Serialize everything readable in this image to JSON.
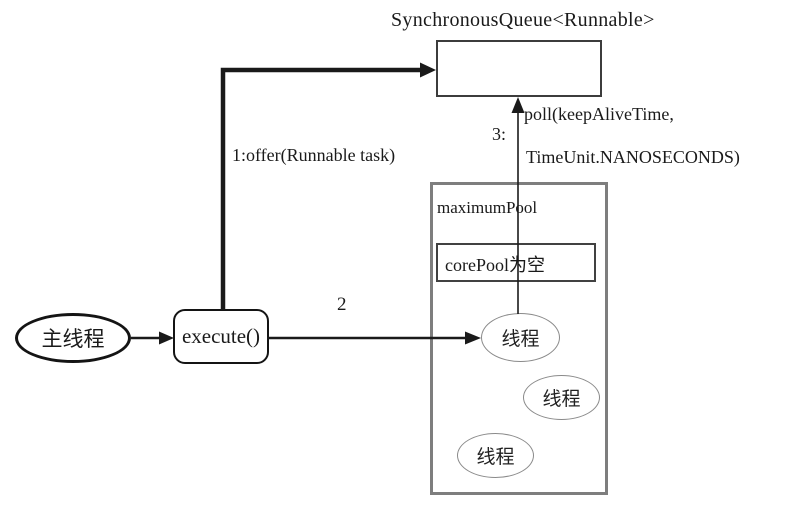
{
  "diagram": {
    "title": "SynchronousQueue<Runnable>",
    "labels": {
      "offer": "1:offer(Runnable task)",
      "step2": "2",
      "step3": "3:",
      "poll_line1": "poll(keepAliveTime,",
      "poll_line2": "TimeUnit.NANOSECONDS)"
    },
    "nodes": {
      "main_thread": "主线程",
      "execute": "execute()",
      "maximum_pool": "maximumPool",
      "core_pool": "corePool为空"
    },
    "threads": [
      "线程",
      "线程",
      "线程"
    ],
    "colors": {
      "line": "#1a1a1a",
      "queue_border": "#3c3c3c",
      "pool_border": "#7e7e7e",
      "core_pool_border": "#414141",
      "thread_ellipse_border": "#8a8a8a",
      "text": "#1a1a1a",
      "background": "#ffffff"
    }
  }
}
